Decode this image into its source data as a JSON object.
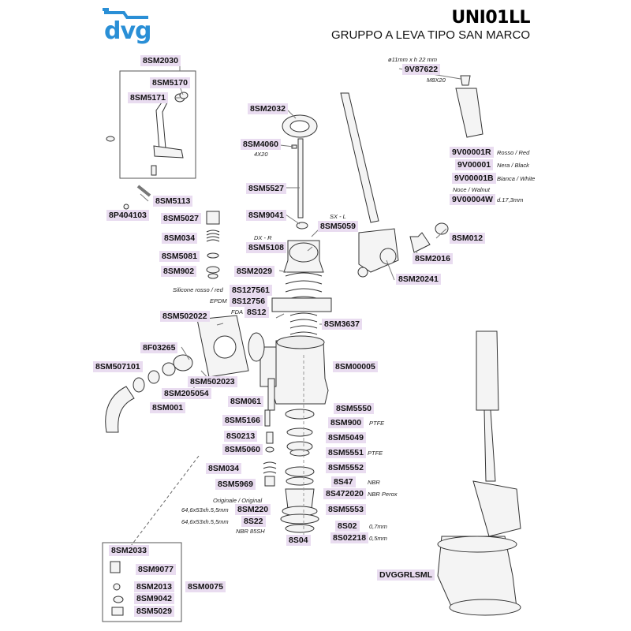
{
  "header": {
    "logo": "dvg",
    "model_code": "UNI01LL",
    "subtitle": "GRUPPO A LEVA TIPO SAN MARCO"
  },
  "parts": [
    {
      "id": "p1",
      "code": "8SM2030"
    },
    {
      "id": "p2",
      "code": "8SM5170"
    },
    {
      "id": "p3",
      "code": "8SM5171"
    },
    {
      "id": "p4",
      "code": "8SM5113"
    },
    {
      "id": "p5",
      "code": "8P404103"
    },
    {
      "id": "p6",
      "code": "8SM5027"
    },
    {
      "id": "p7",
      "code": "8SM034"
    },
    {
      "id": "p8",
      "code": "8SM5081"
    },
    {
      "id": "p9",
      "code": "8SM902"
    },
    {
      "id": "p10",
      "code": "8SM2032"
    },
    {
      "id": "p11",
      "code": "8SM4060"
    },
    {
      "id": "p12",
      "code": "8SM5527"
    },
    {
      "id": "p13",
      "code": "8SM9041"
    },
    {
      "id": "p14",
      "code": "8SM5059"
    },
    {
      "id": "p15",
      "code": "8SM5108"
    },
    {
      "id": "p16",
      "code": "8SM2029"
    },
    {
      "id": "p17",
      "code": "8S127561"
    },
    {
      "id": "p18",
      "code": "8S12756"
    },
    {
      "id": "p19",
      "code": "8S12"
    },
    {
      "id": "p20",
      "code": "8SM502022"
    },
    {
      "id": "p21",
      "code": "8F03265"
    },
    {
      "id": "p22",
      "code": "8SM507101"
    },
    {
      "id": "p23",
      "code": "8SM502023"
    },
    {
      "id": "p24",
      "code": "8SM205054"
    },
    {
      "id": "p25",
      "code": "8SM001"
    },
    {
      "id": "p26",
      "code": "8SM3637"
    },
    {
      "id": "p27",
      "code": "8SM00005"
    },
    {
      "id": "p28",
      "code": "9V87622"
    },
    {
      "id": "p29",
      "code": "9V00001R"
    },
    {
      "id": "p30",
      "code": "9V00001"
    },
    {
      "id": "p31",
      "code": "9V00001B"
    },
    {
      "id": "p32",
      "code": "9V00004W"
    },
    {
      "id": "p33",
      "code": "8SM012"
    },
    {
      "id": "p34",
      "code": "8SM2016"
    },
    {
      "id": "p35",
      "code": "8SM20241"
    },
    {
      "id": "p36",
      "code": "8SM061"
    },
    {
      "id": "p37",
      "code": "8SM5166"
    },
    {
      "id": "p38",
      "code": "8S0213"
    },
    {
      "id": "p39",
      "code": "8SM5060"
    },
    {
      "id": "p40",
      "code": "8SM034"
    },
    {
      "id": "p41",
      "code": "8SM5969"
    },
    {
      "id": "p42",
      "code": "8SM5550"
    },
    {
      "id": "p43",
      "code": "8SM900"
    },
    {
      "id": "p44",
      "code": "8SM5049"
    },
    {
      "id": "p45",
      "code": "8SM5551"
    },
    {
      "id": "p46",
      "code": "8SM5552"
    },
    {
      "id": "p47",
      "code": "8S47"
    },
    {
      "id": "p48",
      "code": "8S472020"
    },
    {
      "id": "p49",
      "code": "8SM5553"
    },
    {
      "id": "p50",
      "code": "8SM220"
    },
    {
      "id": "p51",
      "code": "8S22"
    },
    {
      "id": "p52",
      "code": "8S04"
    },
    {
      "id": "p53",
      "code": "8S02"
    },
    {
      "id": "p54",
      "code": "8S02218"
    },
    {
      "id": "p55",
      "code": "8SM2033"
    },
    {
      "id": "p56",
      "code": "8SM9077"
    },
    {
      "id": "p57",
      "code": "8SM2013"
    },
    {
      "id": "p58",
      "code": "8SM9042"
    },
    {
      "id": "p59",
      "code": "8SM5029"
    },
    {
      "id": "p60",
      "code": "8SM0075"
    },
    {
      "id": "p61",
      "code": "DVGGRLSML"
    }
  ],
  "notes": [
    {
      "id": "n1",
      "text": "4X20"
    },
    {
      "id": "n2",
      "text": "SX - L"
    },
    {
      "id": "n3",
      "text": "DX - R"
    },
    {
      "id": "n4",
      "text": "Silicone rosso / red"
    },
    {
      "id": "n5",
      "text": "EPDM"
    },
    {
      "id": "n6",
      "text": "FDA"
    },
    {
      "id": "n7",
      "text": "ø11mm x h 22 mm"
    },
    {
      "id": "n8",
      "text": "M8X20"
    },
    {
      "id": "n9",
      "text": "Rosso / Red"
    },
    {
      "id": "n10",
      "text": "Nera / Black"
    },
    {
      "id": "n11",
      "text": "Bianca / White"
    },
    {
      "id": "n12",
      "text": "Noce / Walnut"
    },
    {
      "id": "n13",
      "text": "d.17,3mm"
    },
    {
      "id": "n14",
      "text": "PTFE"
    },
    {
      "id": "n15",
      "text": "PTFE"
    },
    {
      "id": "n16",
      "text": "NBR"
    },
    {
      "id": "n17",
      "text": "NBR Perox"
    },
    {
      "id": "n18",
      "text": "Originale / Original"
    },
    {
      "id": "n19",
      "text": "64,6x53xh.5,5mm"
    },
    {
      "id": "n20",
      "text": "64,6x53xh.5,5mm"
    },
    {
      "id": "n21",
      "text": "NBR 85SH"
    },
    {
      "id": "n22",
      "text": "0,7mm"
    },
    {
      "id": "n23",
      "text": "0,5mm"
    }
  ],
  "colors": {
    "label_bg": "#e9dcf0",
    "logo_blue": "#2a8fd6",
    "line": "#333333",
    "part_fill": "#f4f4f4"
  }
}
